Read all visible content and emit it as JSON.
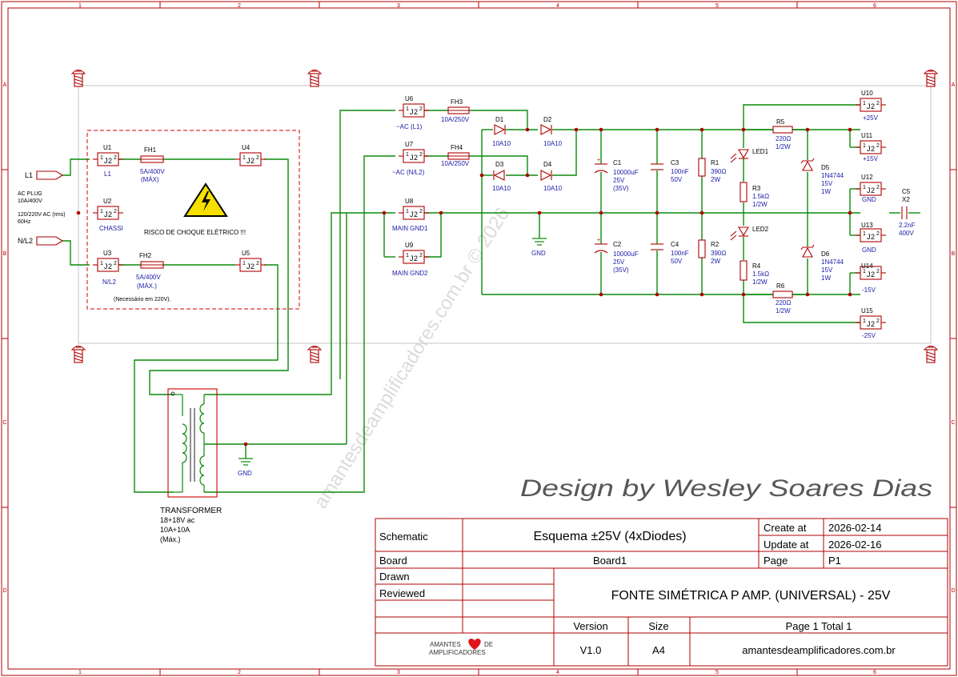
{
  "grid": {
    "columns": [
      "1",
      "2",
      "3",
      "4",
      "5",
      "6"
    ],
    "rows": [
      "A",
      "B",
      "C",
      "D"
    ]
  },
  "input": {
    "l1": "L1",
    "nl2": "N/L2",
    "plug_lines": [
      "AC PLUG",
      "10A/400V",
      "",
      "120/220V AC (rms)",
      "60Hz"
    ]
  },
  "warning": {
    "text": "RISCO DE CHOQUE ELÉTRICO !!!",
    "note": "(Necessário em 220V)."
  },
  "connectors": {
    "u1": {
      "ref": "U1",
      "name": "L1"
    },
    "u2": {
      "ref": "U2",
      "name": "CHASSI"
    },
    "u3": {
      "ref": "U3",
      "name": "N/L2"
    },
    "u4": {
      "ref": "U4"
    },
    "u5": {
      "ref": "U5"
    },
    "u6": {
      "ref": "U6",
      "name": "~AC (L1)"
    },
    "u7": {
      "ref": "U7",
      "name": "~AC (N/L2)"
    },
    "u8": {
      "ref": "U8",
      "name": "MAIN GND1"
    },
    "u9": {
      "ref": "U9",
      "name": "MAIN GND2"
    },
    "u10": {
      "ref": "U10",
      "name": "+25V"
    },
    "u11": {
      "ref": "U11",
      "name": "+15V"
    },
    "u12": {
      "ref": "U12",
      "name": "GND"
    },
    "u13": {
      "ref": "U13",
      "name": "GND"
    },
    "u14": {
      "ref": "U14",
      "name": "-15V"
    },
    "u15": {
      "ref": "U15",
      "name": "-25V"
    }
  },
  "fuses": {
    "fh1": {
      "ref": "FH1",
      "value": "5A/400V",
      "note": "(MÁX)"
    },
    "fh2": {
      "ref": "FH2",
      "value": "5A/400V",
      "note": "(MÁX.)"
    },
    "fh3": {
      "ref": "FH3",
      "value": "10A/250V"
    },
    "fh4": {
      "ref": "FH4",
      "value": "10A/250V"
    }
  },
  "diodes": {
    "d1": {
      "ref": "D1",
      "value": "10A10"
    },
    "d2": {
      "ref": "D2",
      "value": "10A10"
    },
    "d3": {
      "ref": "D3",
      "value": "10A10"
    },
    "d4": {
      "ref": "D4",
      "value": "10A10"
    }
  },
  "capacitors": {
    "c1": {
      "ref": "C1",
      "lines": [
        "10000uF",
        "25V",
        "(35V)"
      ]
    },
    "c2": {
      "ref": "C2",
      "lines": [
        "10000uF",
        "25V",
        "(35V)"
      ]
    },
    "c3": {
      "ref": "C3",
      "lines": [
        "100nF",
        "50V"
      ]
    },
    "c4": {
      "ref": "C4",
      "lines": [
        "100nF",
        "50V"
      ]
    },
    "c5": {
      "ref": "C5",
      "lines": [
        "X2",
        "2.2nF",
        "400V"
      ]
    }
  },
  "resistors": {
    "r1": {
      "ref": "R1",
      "lines": [
        "390Ω",
        "2W"
      ]
    },
    "r2": {
      "ref": "R2",
      "lines": [
        "390Ω",
        "2W"
      ]
    },
    "r3": {
      "ref": "R3",
      "lines": [
        "1.5kΩ",
        "1/2W"
      ]
    },
    "r4": {
      "ref": "R4",
      "lines": [
        "1.5kΩ",
        "1/2W"
      ]
    },
    "r5": {
      "ref": "R5",
      "lines": [
        "220Ω",
        "1/2W"
      ]
    },
    "r6": {
      "ref": "R6",
      "lines": [
        "220Ω",
        "1/2W"
      ]
    }
  },
  "leds": {
    "led1": "LED1",
    "led2": "LED2"
  },
  "zeners": {
    "d5": {
      "ref": "D5",
      "lines": [
        "1N4744",
        "15V",
        "1W"
      ]
    },
    "d6": {
      "ref": "D6",
      "lines": [
        "1N4744",
        "15V",
        "1W"
      ]
    }
  },
  "gnd_label": "GND",
  "transformer": {
    "lines": [
      "TRANSFORMER",
      "18+18V ac",
      "10A+10A",
      "(Máx.)"
    ]
  },
  "watermark": "amantesdeamplificadores.com.br © 2026",
  "signature": "Design by Wesley Soares Dias",
  "title_block": {
    "schematic_label": "Schematic",
    "schematic_value": "Esquema ±25V (4xDiodes)",
    "create_label": "Create at",
    "create_value": "2026-02-14",
    "update_label": "Update at",
    "update_value": "2026-02-16",
    "board_label": "Board",
    "board_value": "Board1",
    "page_label": "Page",
    "page_value": "P1",
    "drawn_label": "Drawn",
    "reviewed_label": "Reviewed",
    "project_title": "FONTE SIMÉTRICA P AMP. (UNIVERSAL) - 25V",
    "version_label": "Version",
    "version_value": "V1.0",
    "size_label": "Size",
    "size_value": "A4",
    "page_total": "Page  1  Total  1",
    "logo_line1": "AMANTES",
    "logo_line1b": "DE",
    "logo_line2": "AMPLIFICADORES",
    "website": "amantesdeamplificadores.com.br"
  }
}
